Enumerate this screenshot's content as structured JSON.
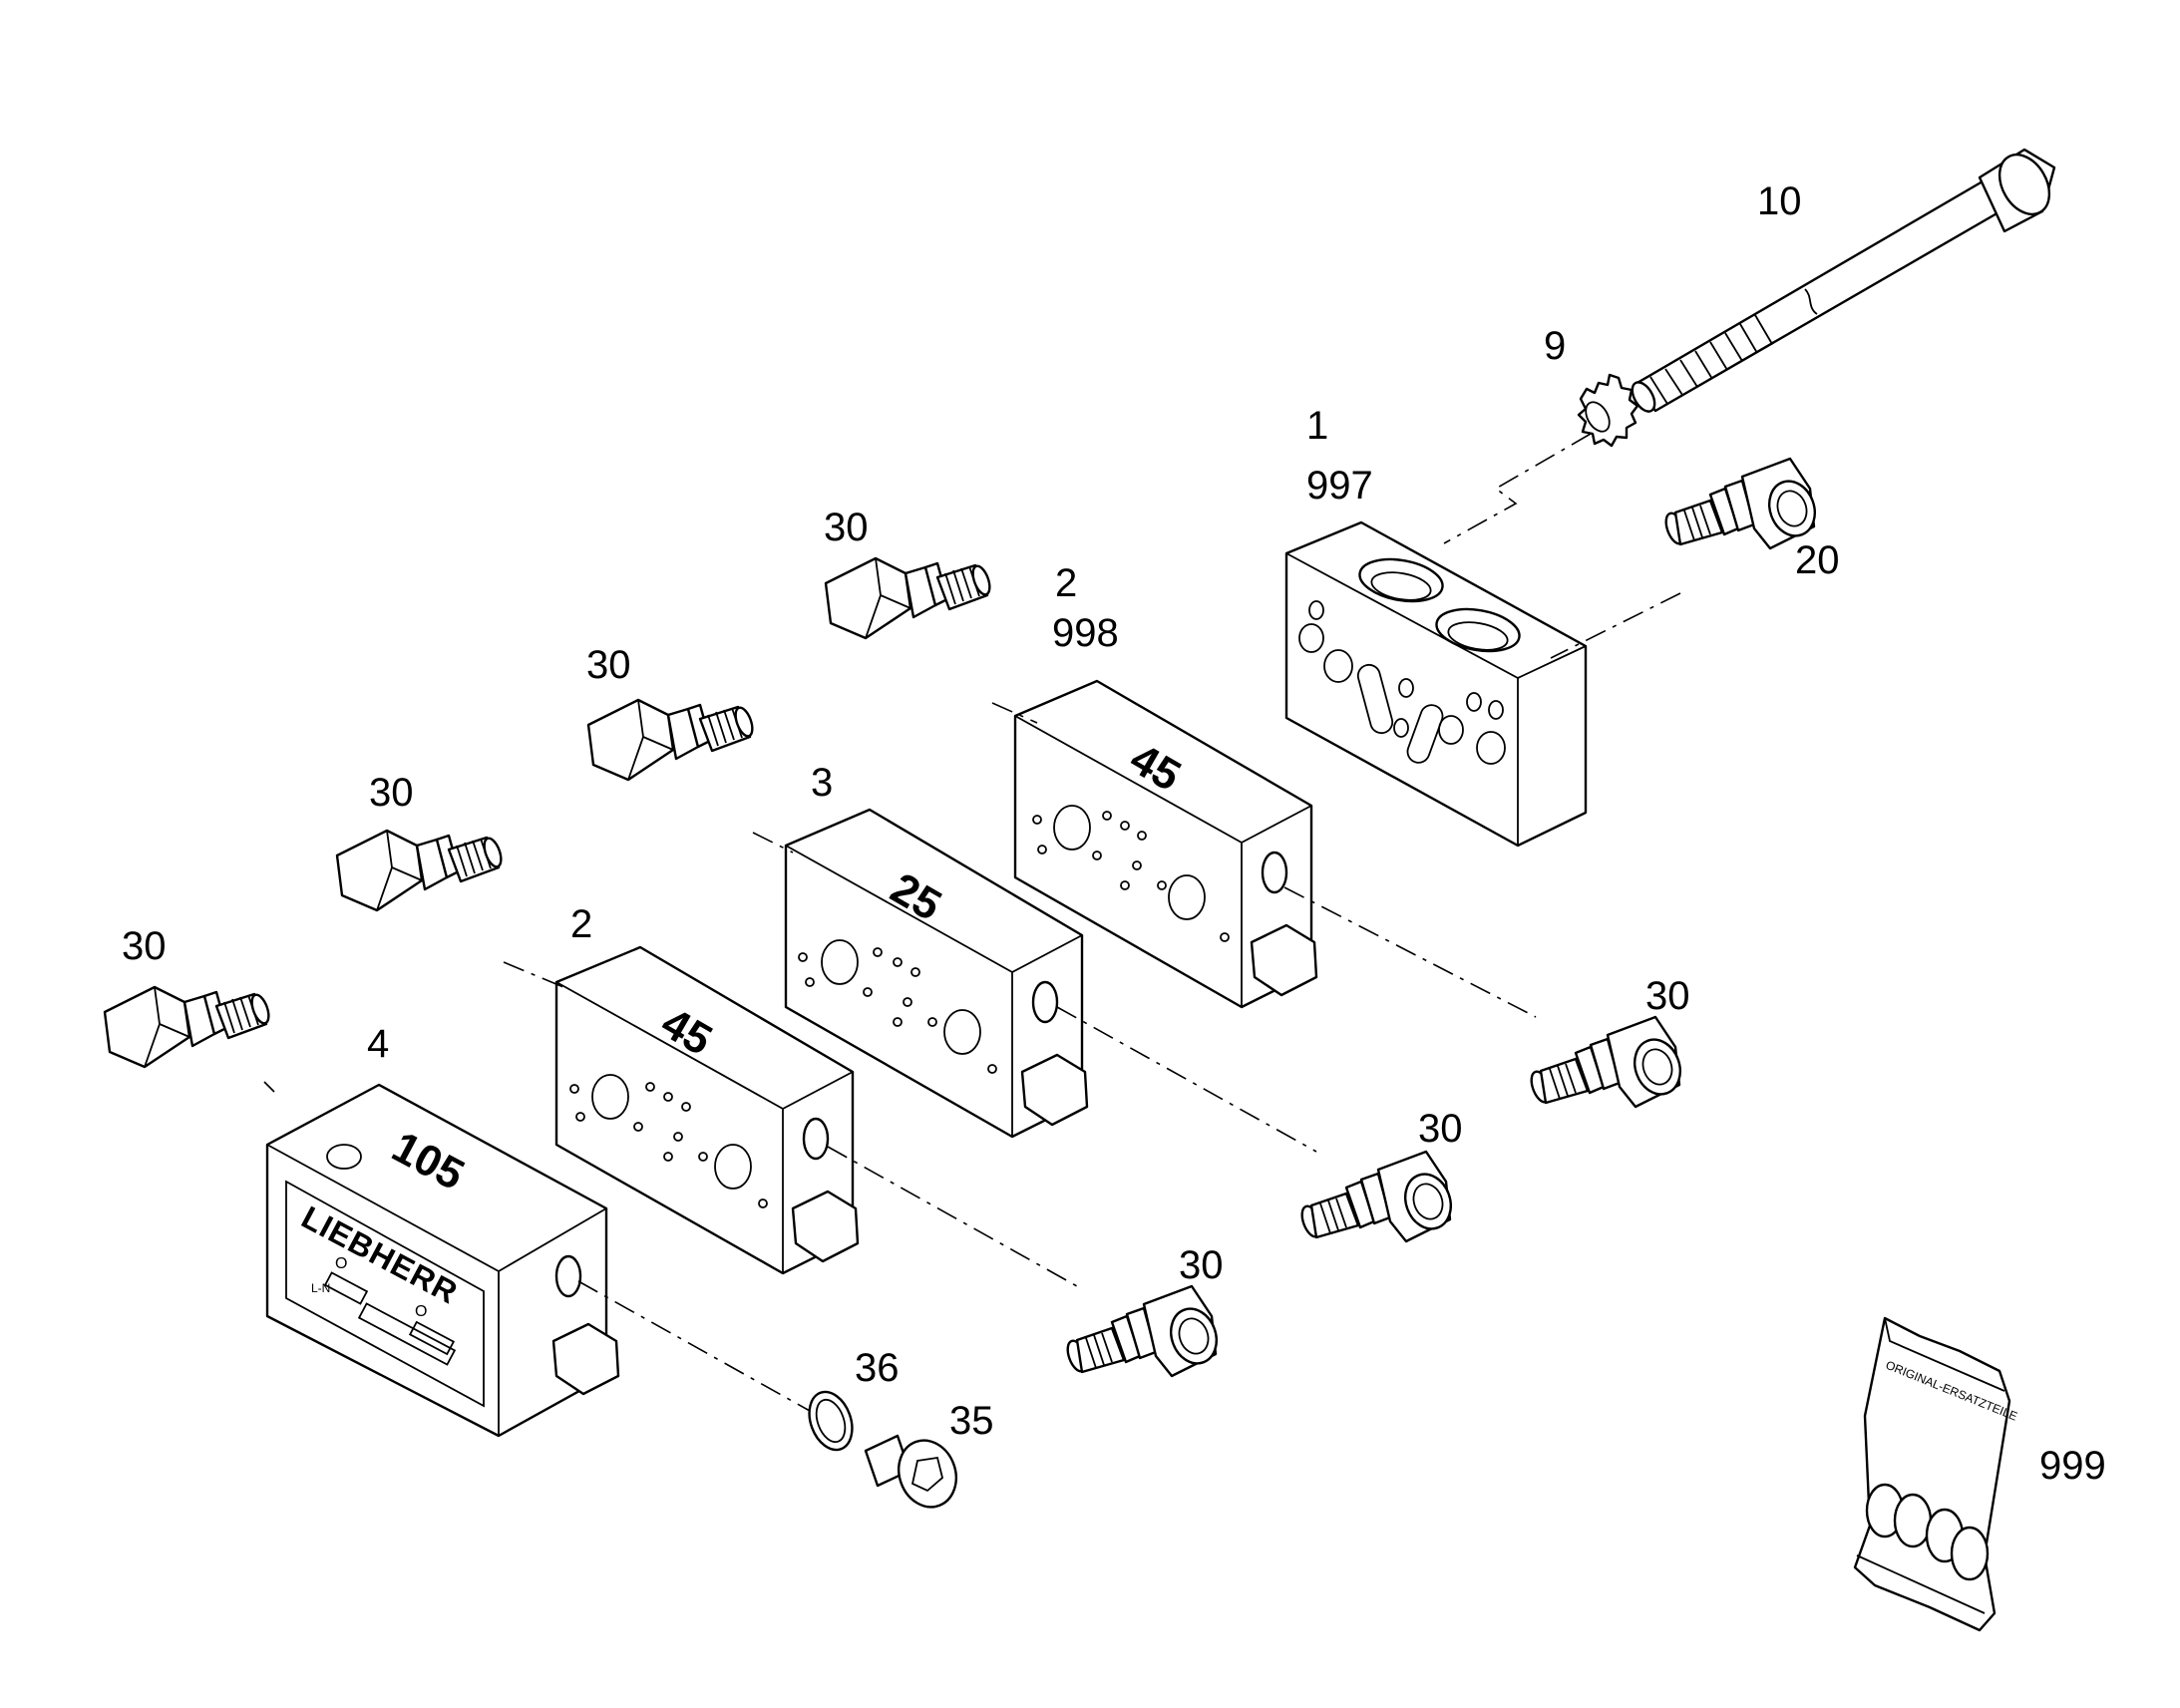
{
  "diagram": {
    "brand_label": "LIEBHERR",
    "panel_text": "L-N",
    "panel_marks": [
      "O",
      "O"
    ],
    "bag_label": "ORIGINAL-ERSATZTEILE",
    "block_numbers": {
      "block_4": "105",
      "block_2_front": "45",
      "block_3": "25",
      "block_2_back": "45"
    },
    "callouts": {
      "c10": "10",
      "c9": "9",
      "c1": "1",
      "c997": "997",
      "c20": "20",
      "c2_back": "2",
      "c998": "998",
      "c3": "3",
      "c2_front": "2",
      "c4": "4",
      "c30_a": "30",
      "c30_b": "30",
      "c30_c": "30",
      "c30_d": "30",
      "c30_e": "30",
      "c30_f": "30",
      "c30_g": "30",
      "c36": "36",
      "c35": "35",
      "c999": "999"
    }
  }
}
